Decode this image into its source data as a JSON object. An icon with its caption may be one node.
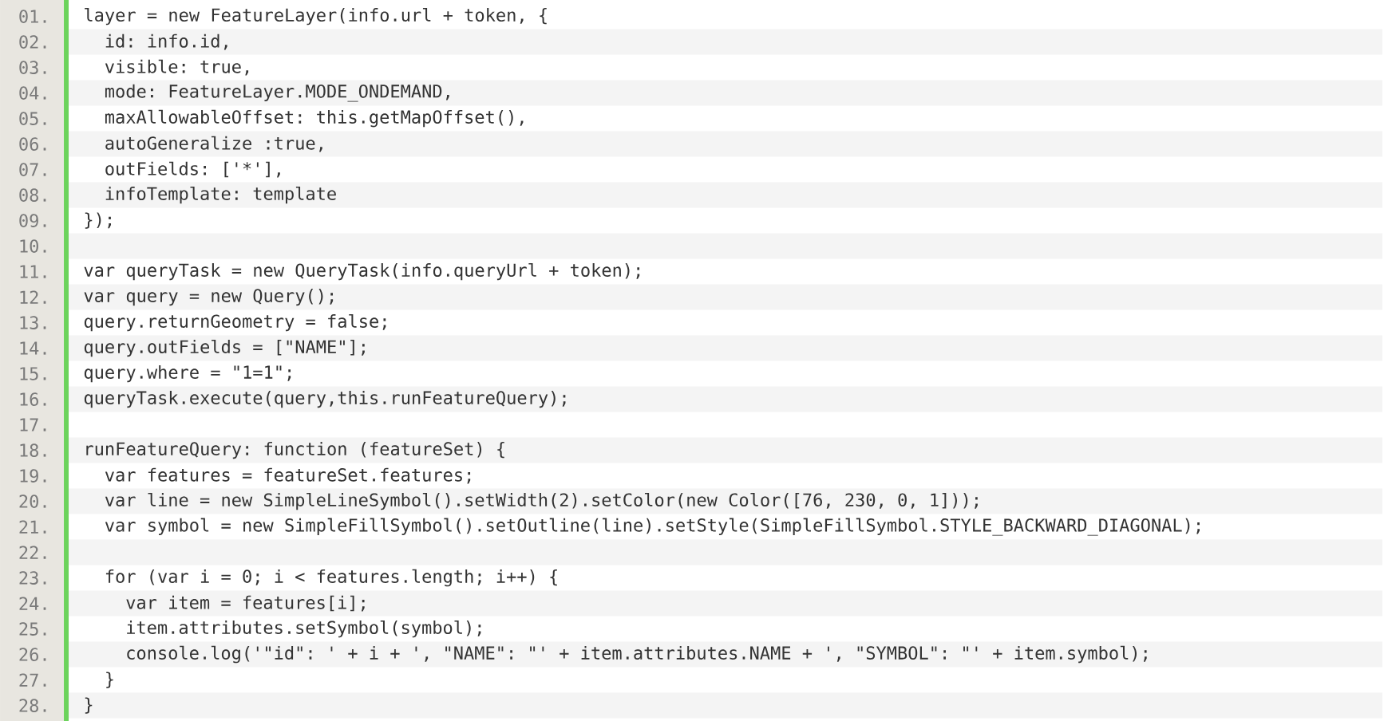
{
  "diagram": {
    "labels": [
      "01.",
      "layer = new FeatureLayer(info.url + token, {",
      "02.",
      "id: info.id,",
      "03.",
      "visible: true,",
      "04.",
      "mode: FeatureLayer.MODE_ONDEMAND,",
      "05.",
      "maxAllowableOffset: this.getMapOffset(),",
      "06.",
      "autoGeneralize :true,",
      "07.",
      "outFields: ['*'],",
      "08.",
      "infoTemplate: template",
      "09.",
      "});",
      "10.",
      "11.",
      "var queryTask = new QueryTask(info.queryUrl + token);",
      "12.",
      "var query = new Query();",
      "13.",
      "query.returnGeometry = false;",
      "14.",
      "query.outFields = [\"NAME\"];",
      "15.",
      "query.where = \"1=1\";",
      "16.",
      "queryTask.execute(query,this.runFeatureQuery);",
      "17.",
      "18.",
      "runFeatureQuery: function (featureSet) {",
      "19.",
      "var features = featureSet.features;",
      "20.",
      "var line = new SimpleLineSymbol().setWidth(2).setColor(new Color([76, 230, 0, 1]));",
      "21.",
      "var symbol = new SimpleFillSymbol().setOutline(line).setStyle(SimpleFillSymbol.STYLE_BACKWARD_DIAGONAL);",
      "22.",
      "23.",
      "for (var i = 0; i < features.length; i++) {",
      "24.",
      "var item = features[i];",
      "25.",
      "item.attributes.setSymbol(symbol);",
      "26.",
      "console.log('\"id\": ' + i + ', \"NAME\": \"' + item.attributes.NAME + ', \"SYMBOL\": \"' + item.symbol);",
      "27.",
      "}",
      "28.",
      "}"
    ]
  }
}
